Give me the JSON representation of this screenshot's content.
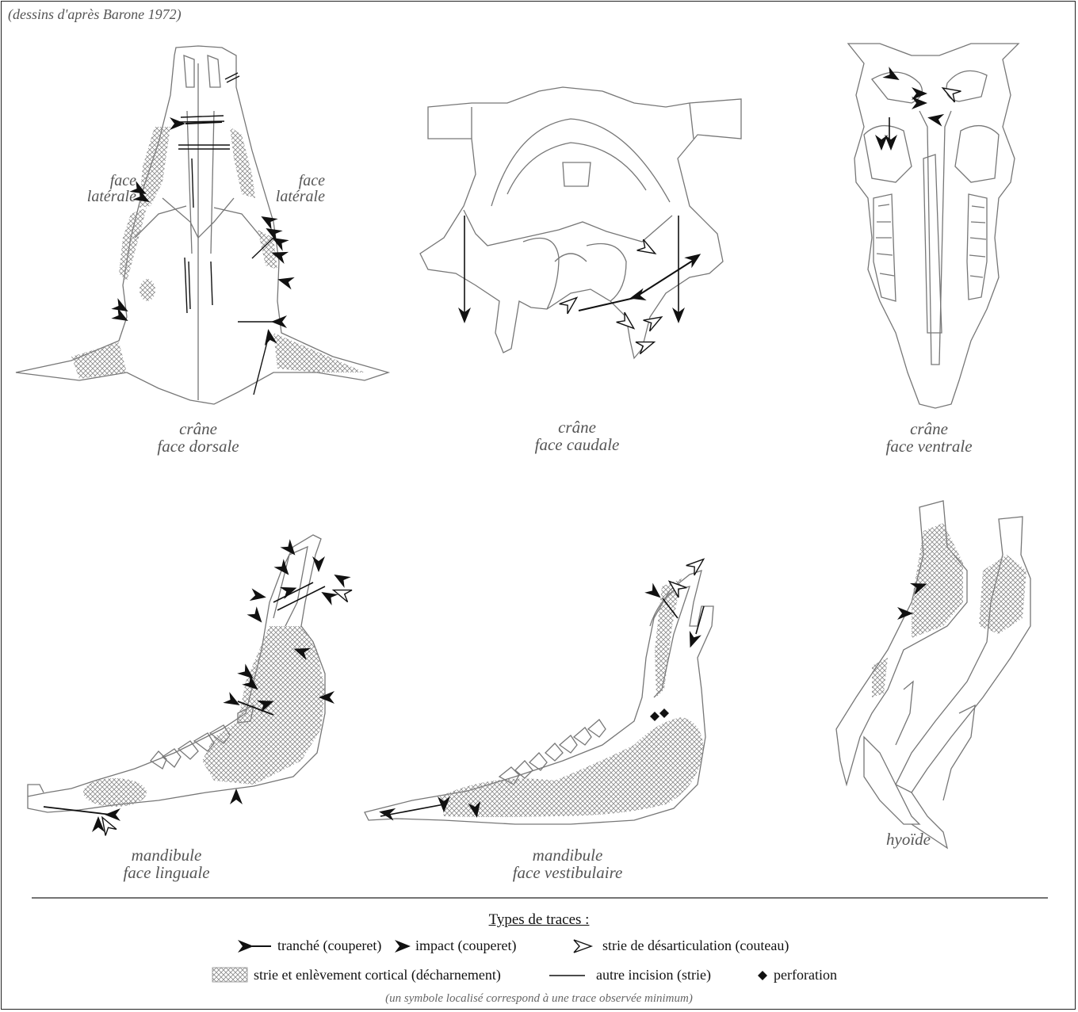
{
  "credit": "(dessins d'après Barone 1972)",
  "views": {
    "skull_dorsal": {
      "line1": "crâne",
      "line2": "face dorsale"
    },
    "skull_caudal": {
      "line1": "crâne",
      "line2": "face caudale"
    },
    "skull_ventral": {
      "line1": "crâne",
      "line2": "face ventrale"
    },
    "mandible_lingual": {
      "line1": "mandibule",
      "line2": "face linguale"
    },
    "mandible_vestibular": {
      "line1": "mandibule",
      "line2": "face vestibulaire"
    },
    "hyoid": {
      "line1": "hyoïde"
    }
  },
  "side_labels": {
    "left": {
      "line1": "face",
      "line2": "latérale"
    },
    "right": {
      "line1": "face",
      "line2": "latérale"
    }
  },
  "legend": {
    "title": "Types de traces :",
    "items": {
      "chop": "tranché (couperet)",
      "impact": "impact (couperet)",
      "disarticulation": "strie de désarticulation (couteau)",
      "defleshing": "strie et enlèvement cortical (décharnement)",
      "incision": "autre incision (strie)",
      "perforation": "perforation"
    },
    "note": "(un symbole localisé correspond à une trace observée minimum)"
  },
  "colors": {
    "outline": "#777777",
    "mark": "#111111",
    "hatch": "#8a8a8a"
  }
}
